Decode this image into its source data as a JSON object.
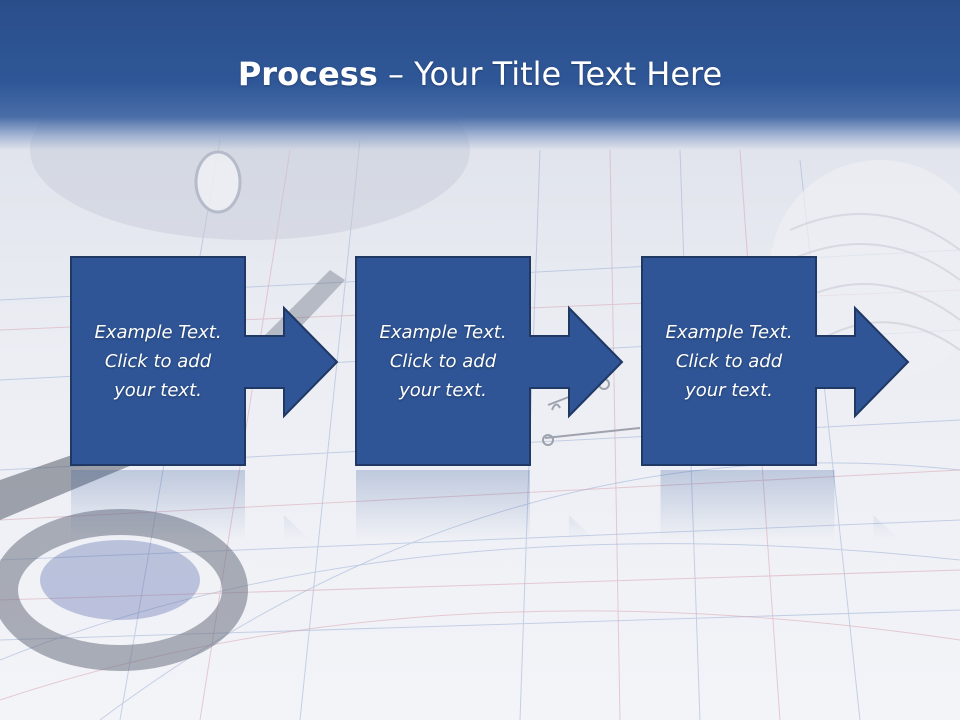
{
  "slide": {
    "title_bold": "Process",
    "title_rest": " – Your Title Text Here",
    "steps": [
      {
        "text": "Example Text.\nClick  to add\nyour text."
      },
      {
        "text": "Example Text.\nClick  to add\nyour text."
      },
      {
        "text": "Example Text.\nClick  to add\nyour text."
      }
    ]
  },
  "colors": {
    "title_bar": "#2f5797",
    "box_fill": "#2f5597",
    "box_border": "#1f3864",
    "text": "#ffffff"
  }
}
